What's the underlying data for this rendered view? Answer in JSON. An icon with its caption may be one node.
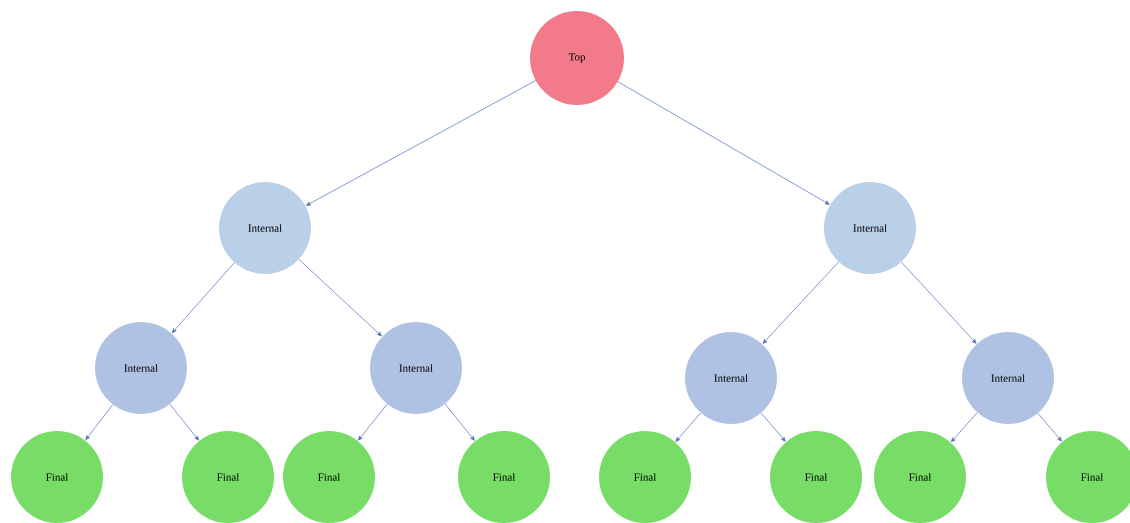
{
  "diagram": {
    "nodes": [
      {
        "text": [
          "Top"
        ]
      },
      {
        "text": [
          "Internal"
        ]
      },
      {
        "text": [
          "Internal"
        ]
      },
      {
        "text": [
          "Internal"
        ]
      },
      {
        "text": [
          "Internal"
        ]
      },
      {
        "text": [
          "Internal"
        ]
      },
      {
        "text": [
          "Internal"
        ]
      },
      {
        "text": [
          "Final"
        ]
      },
      {
        "text": [
          "Final"
        ]
      },
      {
        "text": [
          "Final"
        ]
      },
      {
        "text": [
          "Final"
        ]
      },
      {
        "text": [
          "Final"
        ]
      },
      {
        "text": [
          "Final"
        ]
      },
      {
        "text": [
          "Final"
        ]
      },
      {
        "text": [
          "Final"
        ]
      }
    ],
    "edges": [
      {
        "from": 0,
        "to": 1,
        "arrow": "to"
      },
      {
        "from": 0,
        "to": 2,
        "arrow": "to"
      },
      {
        "from": 1,
        "to": 3,
        "arrow": "to"
      },
      {
        "from": 1,
        "to": 4,
        "arrow": "to"
      },
      {
        "from": 2,
        "to": 5,
        "arrow": "to"
      },
      {
        "from": 2,
        "to": 6,
        "arrow": "to"
      },
      {
        "from": 3,
        "to": 7,
        "arrow": "to"
      },
      {
        "from": 3,
        "to": 8,
        "arrow": "to"
      },
      {
        "from": 4,
        "to": 9,
        "arrow": "to"
      },
      {
        "from": 4,
        "to": 10,
        "arrow": "to"
      },
      {
        "from": 5,
        "to": 11,
        "arrow": "to"
      },
      {
        "from": 5,
        "to": 12,
        "arrow": "to"
      },
      {
        "from": 6,
        "to": 13,
        "arrow": "to"
      },
      {
        "from": 6,
        "to": 14,
        "arrow": "to"
      }
    ]
  }
}
